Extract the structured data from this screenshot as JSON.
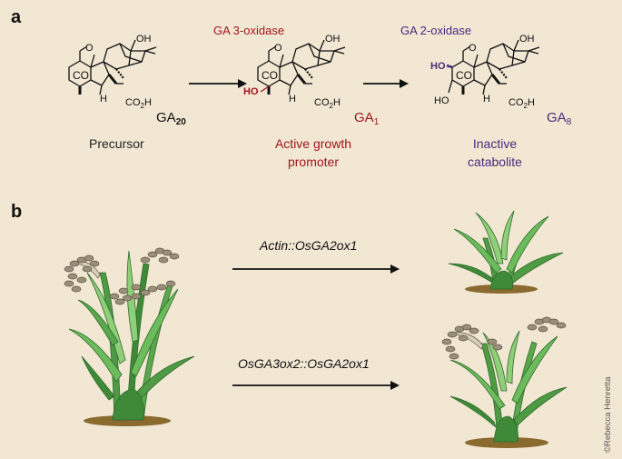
{
  "panel_a": {
    "label": "a",
    "enzyme_1": "GA 3-oxidase",
    "enzyme_2": "GA 2-oxidase",
    "molecule_1": {
      "name_main": "GA",
      "name_sub": "20",
      "caption": "Precursor"
    },
    "molecule_2": {
      "name_main": "GA",
      "name_sub": "1",
      "caption_line1": "Active growth",
      "caption_line2": "promoter"
    },
    "molecule_3": {
      "name_main": "GA",
      "name_sub": "8",
      "caption_line1": "Inactive",
      "caption_line2": "catabolite"
    },
    "atoms": {
      "oh": "OH",
      "o": "O",
      "co": "CO",
      "h": "H",
      "co2h_main": "CO",
      "co2h_sub": "2",
      "co2h_tail": "H",
      "ho": "HO"
    }
  },
  "panel_b": {
    "label": "b",
    "construct_1": "Actin::OsGA2ox1",
    "construct_2": "OsGA3ox2::OsGA2ox1"
  },
  "credit": "©Rebecca Henretta",
  "colors": {
    "background": "#f1e7d3",
    "red": "#a0161c",
    "purple": "#4b2a7c",
    "leaf": "#4f9a45",
    "leaf_light": "#8fcf7a",
    "soil": "#8a6a2e",
    "grain": "#9a8f7a"
  },
  "icons": [
    "arrow-right-icon",
    "rice-plant-icon",
    "soil-icon",
    "panicle-icon"
  ]
}
